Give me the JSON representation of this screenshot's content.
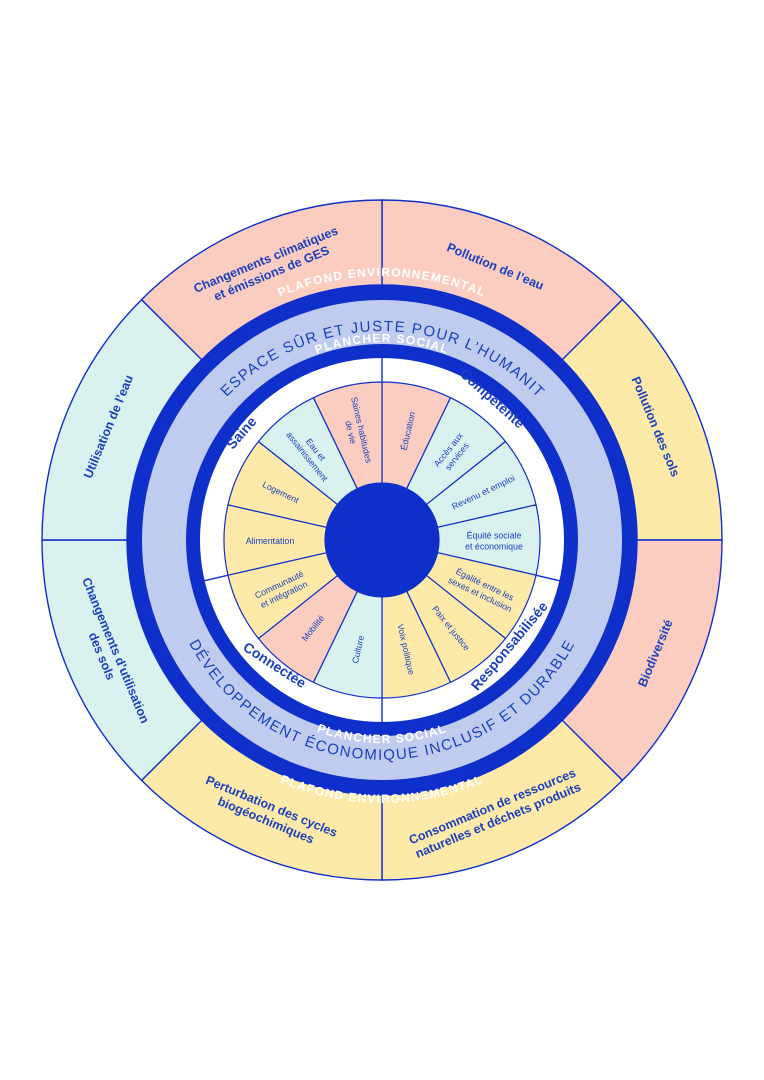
{
  "colors": {
    "blue": "#0f2fcb",
    "text_blue": "#1a3fbf",
    "light_blue": "#bfccf0",
    "pink": "#fbcdc0",
    "yellow": "#fde9a8",
    "mint": "#d9f1ef",
    "white": "#ffffff"
  },
  "rings": {
    "plafond_top": "PLAFOND ENVIRONNEMENTAL",
    "plafond_bottom": "PLAFOND ENVIRONNEMENTAL",
    "espace": "L’ESPACE SÛR ET JUSTE POUR L’HUMANITÉ",
    "developpement": "DÉVELOPPEMENT ÉCONOMIQUE INCLUSIF ET DURABLE",
    "plancher_top": "PLANCHER SOCIAL",
    "plancher_bottom": "PLANCHER SOCIAL"
  },
  "outer_segments": [
    {
      "lines": [
        "Pollution de l’eau"
      ],
      "color": "pink"
    },
    {
      "lines": [
        "Pollution des sols"
      ],
      "color": "yellow"
    },
    {
      "lines": [
        "Biodiversité"
      ],
      "color": "pink"
    },
    {
      "lines": [
        "Consommation de ressources",
        "naturelles et déchets produits"
      ],
      "color": "yellow"
    },
    {
      "lines": [
        "Perturbation des cycles",
        "biogéochimiques"
      ],
      "color": "yellow"
    },
    {
      "lines": [
        "Changements d’utilisation",
        "des sols"
      ],
      "color": "mint"
    },
    {
      "lines": [
        "Utilisation de l’eau"
      ],
      "color": "mint"
    },
    {
      "lines": [
        "Changements climatiques",
        "et émissions de GES"
      ],
      "color": "pink"
    }
  ],
  "groups": [
    {
      "label": "Compétente"
    },
    {
      "label": "Responsabilisée"
    },
    {
      "label": "Connectée"
    },
    {
      "label": "Saine"
    }
  ],
  "inner_segments": [
    {
      "lines": [
        "Éducation"
      ],
      "color": "pink"
    },
    {
      "lines": [
        "Accès aux",
        "services"
      ],
      "color": "mint"
    },
    {
      "lines": [
        "Revenu et emploi"
      ],
      "color": "mint"
    },
    {
      "lines": [
        "Équité sociale",
        "et économique"
      ],
      "color": "mint"
    },
    {
      "lines": [
        "Égalité entre les",
        "sexes et inclusion"
      ],
      "color": "yellow"
    },
    {
      "lines": [
        "Paix et justice"
      ],
      "color": "yellow"
    },
    {
      "lines": [
        "Voix politique"
      ],
      "color": "yellow"
    },
    {
      "lines": [
        "Culture"
      ],
      "color": "mint"
    },
    {
      "lines": [
        "Mobilité"
      ],
      "color": "pink"
    },
    {
      "lines": [
        "Communauté",
        "et intégration"
      ],
      "color": "yellow"
    },
    {
      "lines": [
        "Alimentation"
      ],
      "color": "yellow"
    },
    {
      "lines": [
        "Logement"
      ],
      "color": "yellow"
    },
    {
      "lines": [
        "Eau et",
        "assainissement"
      ],
      "color": "mint"
    },
    {
      "lines": [
        "Saines habitudes",
        "de vie"
      ],
      "color": "pink"
    }
  ]
}
